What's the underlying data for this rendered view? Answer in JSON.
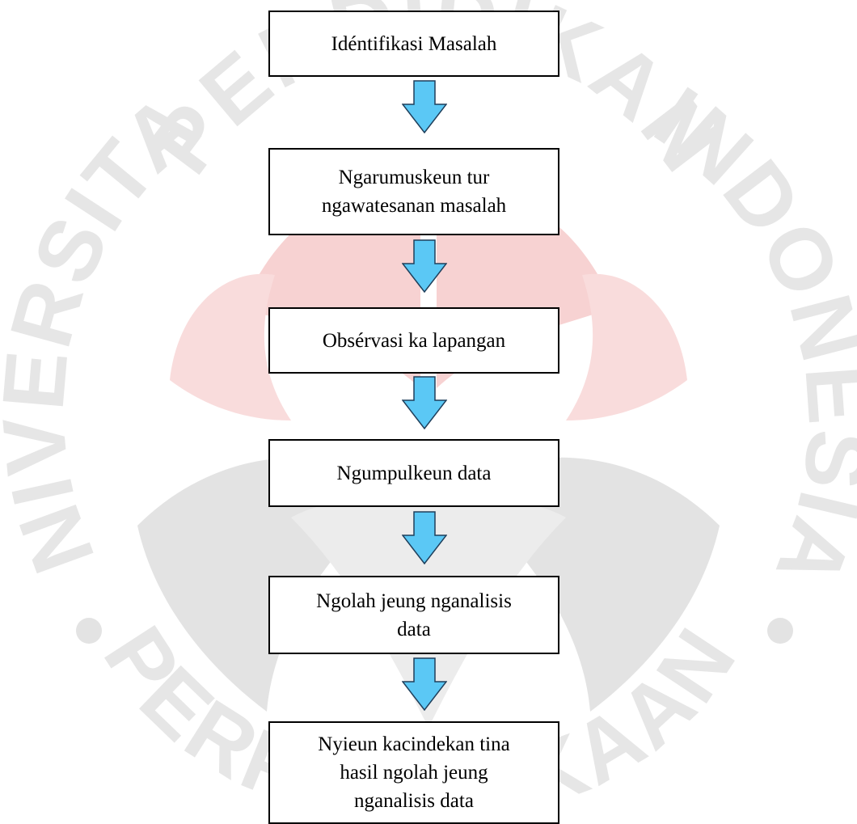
{
  "watermark": {
    "arc_top": "PENDIDIKAN",
    "arc_left": "UNIVERSITAS",
    "arc_right": "INDONESIA",
    "arc_bottom": "PERPUSTAKAAN"
  },
  "colors": {
    "arrow_fill": "#5bc8f5",
    "arrow_stroke": "#1f3f5b",
    "box_border": "#000000",
    "watermark_red": "#f7d2d2",
    "watermark_gray": "#e3e3e3"
  },
  "steps": [
    {
      "label": "Idéntifikasi Masalah"
    },
    {
      "label": "Ngarumuskeun tur\nngawatesanan masalah"
    },
    {
      "label": "Obsérvasi ka lapangan"
    },
    {
      "label": "Ngumpulkeun data"
    },
    {
      "label": "Ngolah jeung nganalisis\ndata"
    },
    {
      "label": "Nyieun kacindekan tina\nhasil ngolah jeung\nnganalisis data"
    }
  ]
}
